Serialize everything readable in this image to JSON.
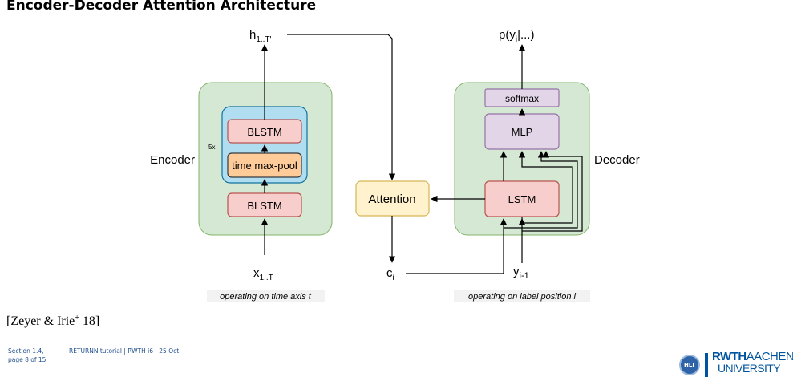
{
  "title": "Encoder-Decoder Attention Architecture",
  "diagram": {
    "encoder_label": "Encoder",
    "decoder_label": "Decoder",
    "repeat_label": "5x",
    "encoder_blstm_top": "BLSTM",
    "encoder_pool": "time max-pool",
    "encoder_blstm_bottom": "BLSTM",
    "attention": "Attention",
    "lstm": "LSTM",
    "mlp": "MLP",
    "softmax": "softmax",
    "enc_output_main": "h",
    "enc_output_sub": "1..T'",
    "dec_output": "p(y",
    "dec_output_sub": "i",
    "dec_output_tail": "|...)",
    "enc_input_main": "x",
    "enc_input_sub": "1..T",
    "context_main": "c",
    "context_sub": "i",
    "prev_label_main": "y",
    "prev_label_sub": "i-1",
    "encoder_caption": "operating on time axis t",
    "decoder_caption": "operating on label position i"
  },
  "citation_text": "[Zeyer & Irie",
  "citation_sup": "+",
  "citation_tail": " 18]",
  "footer": {
    "section": "Section 1.4,",
    "page": "page 8 of 15",
    "tutorial": "RETURNN tutorial | RWTH i6 | 25 Oct"
  },
  "logos": {
    "hlt": "HLT",
    "rwth_bold": "RWTH",
    "rwth_light": "AACHEN",
    "rwth_line2": "UNIVERSITY"
  },
  "colors": {
    "panel_green": "#d5e8d4",
    "panel_green_border": "#82b366",
    "stack_blue": "#b1ddf0",
    "stack_blue_border": "#10739e",
    "pink_box": "#f8cecc",
    "pink_border": "#b85450",
    "orange_box": "#ffcc99",
    "orange_border": "#36393d",
    "attention_yellow": "#fff2cc",
    "attention_border": "#d6b656",
    "purple_box": "#e1d5e7",
    "purple_border": "#9673a6",
    "rwth_blue": "#00549f"
  }
}
